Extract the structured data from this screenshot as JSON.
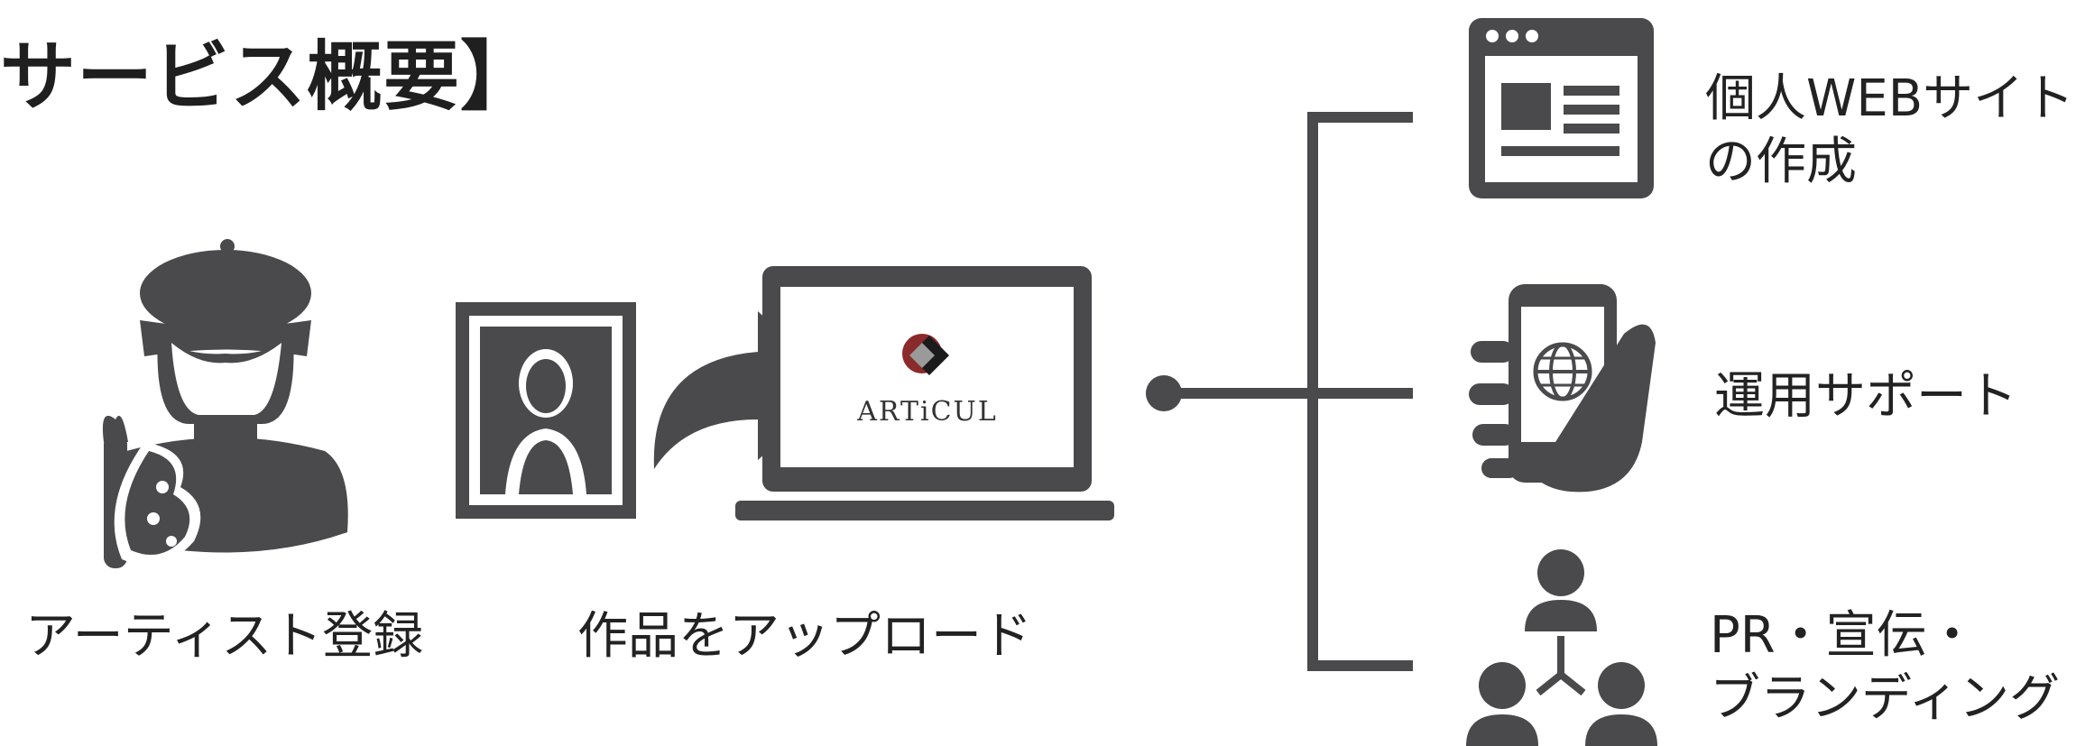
{
  "title": "サービス概要】",
  "steps": {
    "artist_registration": "アーティスト登録",
    "upload_works": "作品をアップロード"
  },
  "brand": {
    "name": "ARTiCUL"
  },
  "services": {
    "website_line1": "個人WEBサイト",
    "website_line2": "の作成",
    "operation_support": "運用サポート",
    "pr_line1": "PR・宣伝・",
    "pr_line2": "ブランディング"
  },
  "colors": {
    "icon_gray": "#4a4a4c",
    "brand_red": "#8b2a2a",
    "text": "#222222"
  },
  "icons": [
    "artist-icon",
    "framed-portrait-icon",
    "curved-arrow-icon",
    "laptop-icon",
    "browser-window-icon",
    "smartphone-globe-icon",
    "team-network-icon"
  ]
}
